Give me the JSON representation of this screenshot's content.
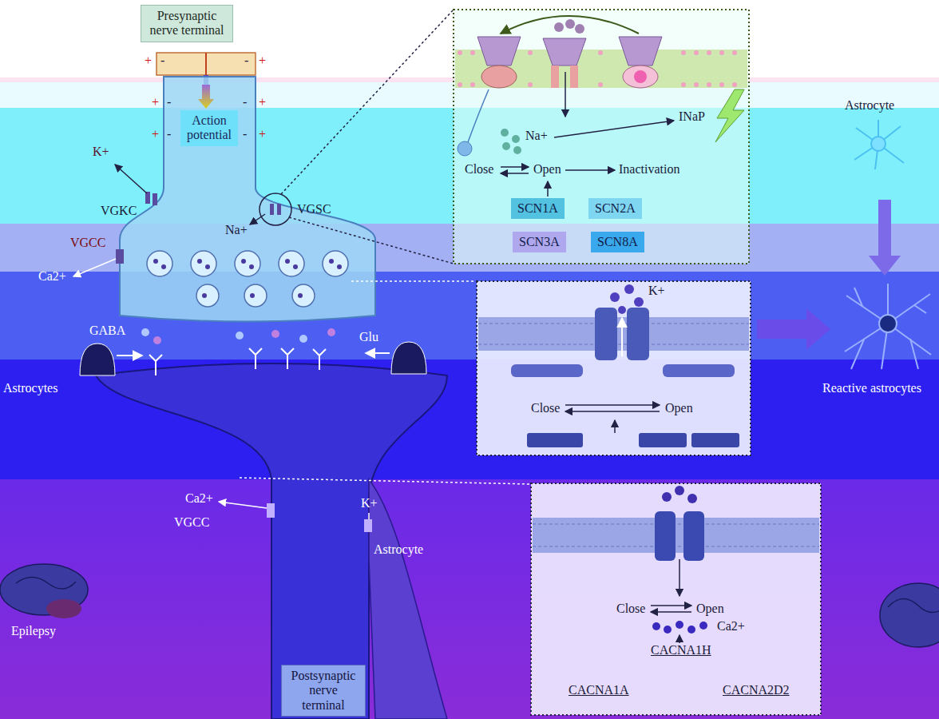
{
  "diagram": {
    "nodes": [
      {
        "text": [
          "Presynaptic nerve terminal"
        ]
      },
      {
        "text": [
          "Action potential"
        ]
      },
      {
        "text": [
          "SCN1A"
        ]
      },
      {
        "text": [
          "SCN2A"
        ]
      },
      {
        "text": [
          "SCN3A"
        ]
      },
      {
        "text": [
          "SCN8A"
        ]
      },
      {
        "text": [
          "Postsynaptic nerve terminal"
        ]
      }
    ],
    "labels": [
      "+",
      "-",
      "-",
      "+",
      "+",
      "-",
      "-",
      "+",
      "+",
      "-",
      "-",
      "+",
      "K+",
      "VGKC",
      "Na+",
      "VGSC",
      "VGCC",
      "Ca2+",
      "GABA",
      "Glu",
      "Astrocytes",
      "Ca2+",
      "VGCC",
      "K+",
      "Astrocyte",
      "Epilepsy",
      "Na+",
      "INaP",
      "Close",
      "Open",
      "Inactivation",
      "Astrocyte",
      "K+",
      "Close",
      "Open",
      "Reactive astrocytes",
      "Close",
      "Open",
      "Ca2+",
      "CACNA1H",
      "CACNA1A",
      "CACNA2D2"
    ]
  }
}
